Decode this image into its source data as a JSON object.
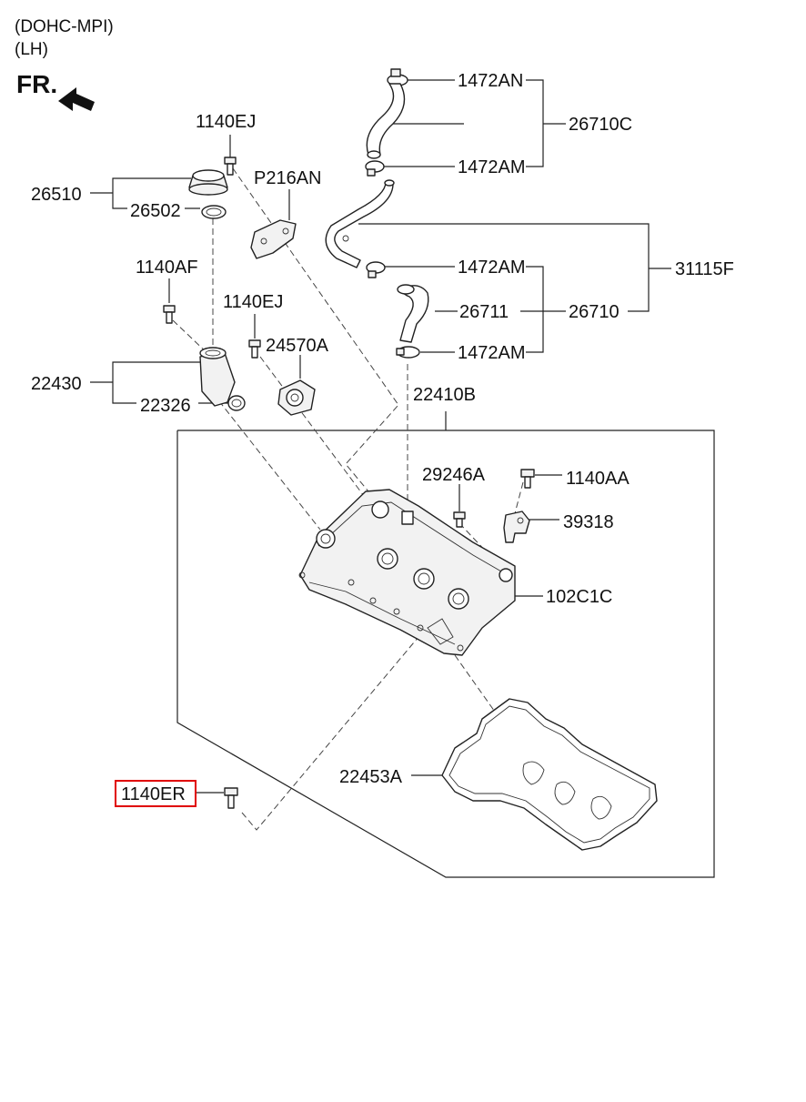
{
  "header": {
    "engine": "(DOHC-MPI)",
    "side": "(LH)",
    "front_label": "FR."
  },
  "labels": {
    "p1472an": "1472AN",
    "p26710c": "26710C",
    "p1472am_1": "1472AM",
    "p1140ej_1": "1140EJ",
    "p26510": "26510",
    "p26502": "26502",
    "p216an": "P216AN",
    "p1472am_2": "1472AM",
    "p31115f": "31115F",
    "p1140af": "1140AF",
    "p26711": "26711",
    "p26710": "26710",
    "p1140ej_2": "1140EJ",
    "p1472am_3": "1472AM",
    "p24570a": "24570A",
    "p22430": "22430",
    "p22410b": "22410B",
    "p22326": "22326",
    "p29246a": "29246A",
    "p1140aa": "1140AA",
    "p39318": "39318",
    "p102c1c": "102C1C",
    "p22453a": "22453A",
    "p1140er": "1140ER"
  },
  "colors": {
    "highlight": "#e00000",
    "line": "#222222"
  },
  "icons": {
    "front_arrow": "front-arrow-icon"
  }
}
